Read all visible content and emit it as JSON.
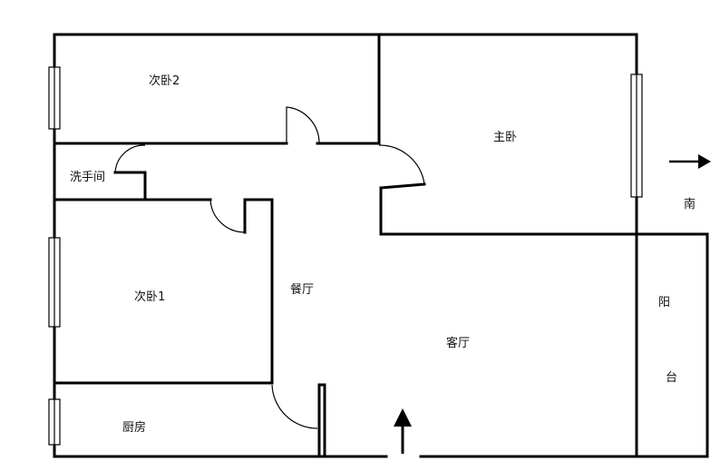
{
  "rooms": {
    "bedroom2": "次卧2",
    "master_bedroom": "主卧",
    "washroom": "洗手间",
    "bedroom1": "次卧1",
    "dining": "餐厅",
    "living": "客厅",
    "kitchen": "厨房",
    "balcony_top": "阳",
    "balcony_bottom": "台"
  },
  "orientation": {
    "south": "南"
  },
  "colors": {
    "wall": "#000000",
    "background": "#ffffff"
  },
  "icons": {
    "south_arrow": "arrow-right-icon",
    "entrance_arrow": "arrow-up-icon"
  }
}
